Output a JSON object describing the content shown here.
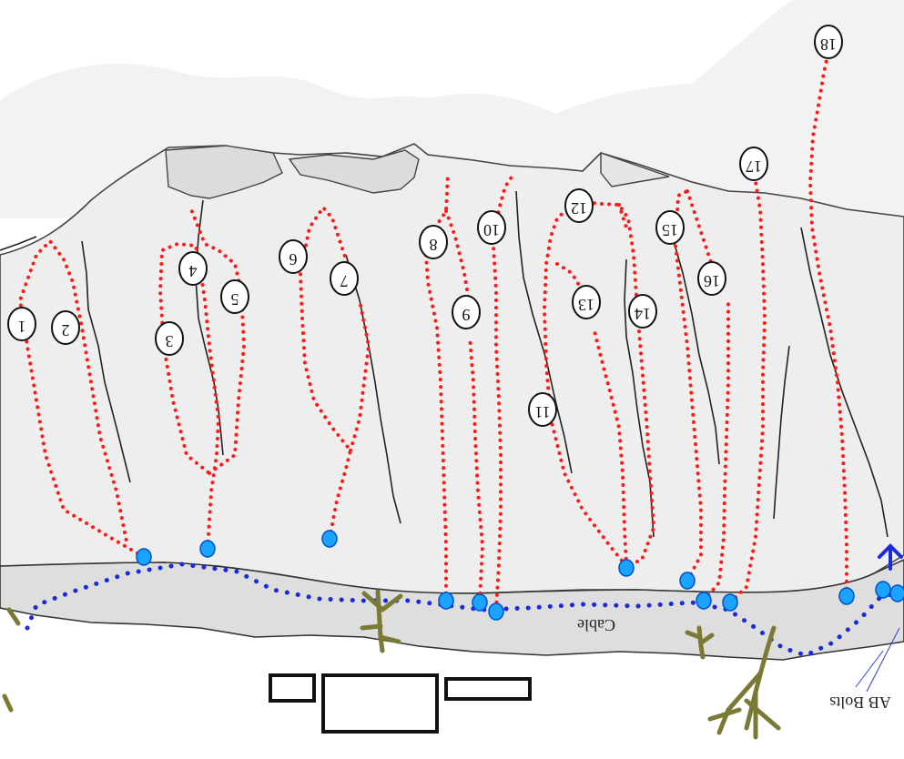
{
  "diagram": {
    "route_labels": [
      "1",
      "2",
      "3",
      "4",
      "5",
      "6",
      "7",
      "8",
      "9",
      "10",
      "11",
      "12",
      "13",
      "14",
      "15",
      "16",
      "17",
      "18"
    ],
    "captions": {
      "cable": "Cable",
      "bolts": "AB Bolts"
    },
    "colors": {
      "route_dots": "#ff1a1a",
      "trail_dots": "#1a2bdc",
      "anchor_fill": "#1aa3ff",
      "rock_face": "#efefef",
      "ground": "#dcdcdc",
      "sky_haze": "#f3f3f3",
      "tree": "#7b7a35"
    },
    "orientation": "rotated-180-degrees"
  }
}
